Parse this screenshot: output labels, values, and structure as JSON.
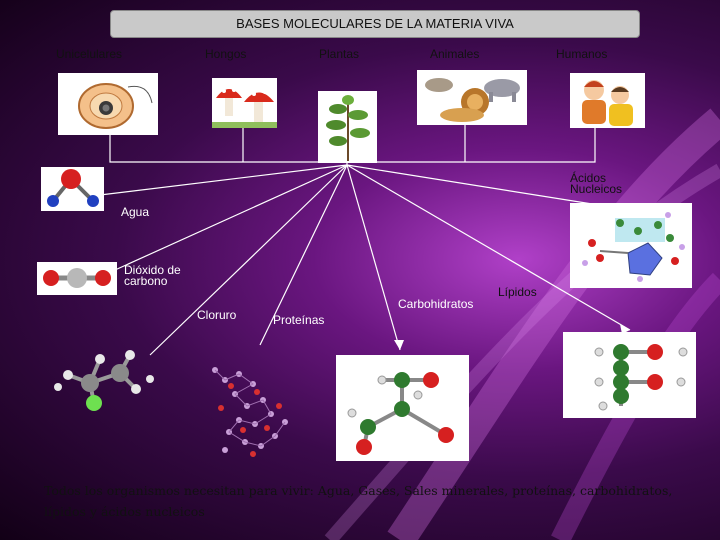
{
  "title": "BASES MOLECULARES DE LA MATERIA VIVA",
  "categories": {
    "unicelulares": "Unicelulares",
    "hongos": "Hongos",
    "plantas": "Plantas",
    "animales": "Animales",
    "humanos": "Humanos"
  },
  "molecules": {
    "acidos_1": "Ácidos",
    "acidos_2": "Nucleicos",
    "agua": "Agua",
    "dioxido_1": "Dióxido de",
    "dioxido_2": "carbono",
    "lipidos": "Lípidos",
    "carbohidratos": "Carbohidratos",
    "cloruro": "Cloruro",
    "proteinas": "Proteínas"
  },
  "body_text_1": "Todos los organismos necesitan para vivir: Agua, Gases, Sales minerales, proteínas, carbohidratos,",
  "body_text_2": "lípidos y ácidos nucleicos",
  "colors": {
    "background": "#3a0a4a",
    "title_bar": "#c9c9c9",
    "connector": "#ffffff"
  }
}
